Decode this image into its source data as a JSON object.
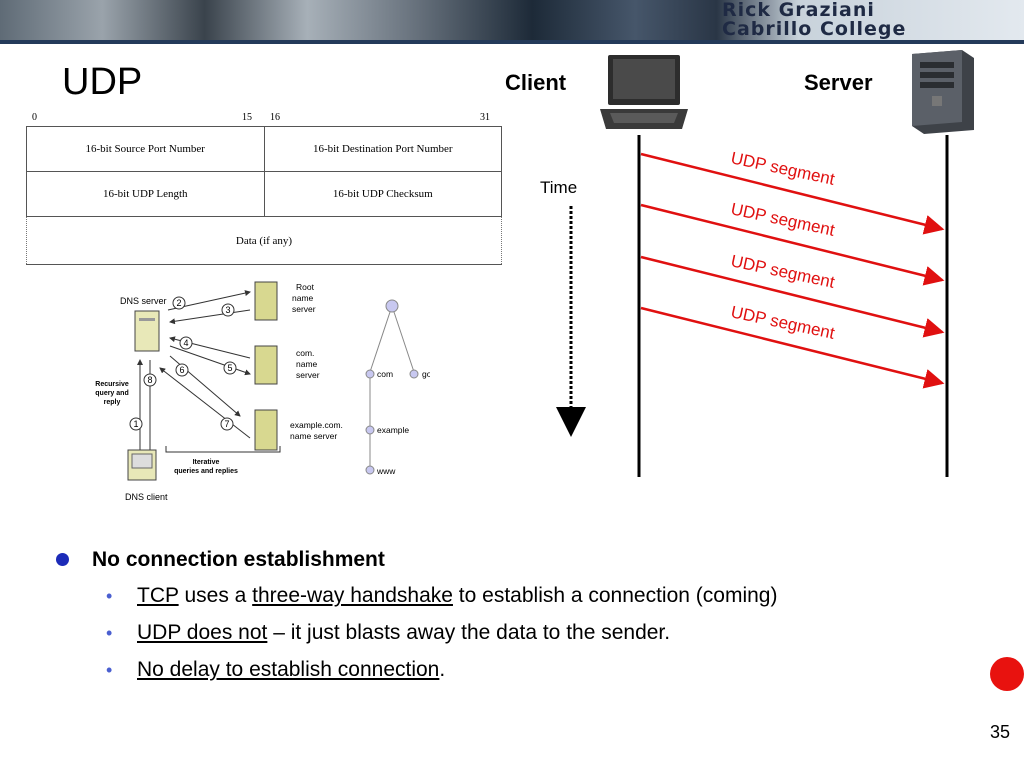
{
  "banner": {
    "line1": "Rick Graziani",
    "line2": "Cabrillo College"
  },
  "slide": {
    "title": "UDP",
    "client_label": "Client",
    "server_label": "Server",
    "time_label": "Time",
    "segments": [
      "UDP segment",
      "UDP segment",
      "UDP segment",
      "UDP segment"
    ],
    "page_number": "35"
  },
  "udp_header": {
    "bit_labels": [
      "0",
      "15",
      "16",
      "31"
    ],
    "rows": [
      [
        "16-bit Source Port Number",
        "16-bit Destination Port Number"
      ],
      [
        "16-bit UDP Length",
        "16-bit UDP Checksum"
      ]
    ],
    "data_row": "Data (if any)"
  },
  "dns_diagram": {
    "dns_server": "DNS server",
    "dns_client": "DNS client",
    "root_server": [
      "Root",
      "name",
      "server"
    ],
    "com_server": [
      "com.",
      "name",
      "server"
    ],
    "example_server": [
      "example.com.",
      "name server"
    ],
    "recursive": [
      "Recursive",
      "query and",
      "reply"
    ],
    "iterative": [
      "Iterative",
      "queries and replies"
    ],
    "steps": [
      "1",
      "2",
      "3",
      "4",
      "5",
      "6",
      "7",
      "8"
    ],
    "tree": {
      "com": "com",
      "gov": "gov",
      "example": "example",
      "www": "www"
    }
  },
  "bullets": {
    "main": "No connection establishment",
    "sub": [
      {
        "u": "TCP",
        "a": " uses a ",
        "u2": "three-way handshake",
        "b": " to establish a connection (coming)"
      },
      {
        "u": "UDP does not",
        "a": " – it just blasts away the data to the sender."
      },
      {
        "u": "No delay to establish connection",
        "a": "."
      }
    ]
  },
  "colors": {
    "accent_red": "#e8120f",
    "bullet_blue": "#1c2bb8",
    "segment_red": "#e01010"
  }
}
